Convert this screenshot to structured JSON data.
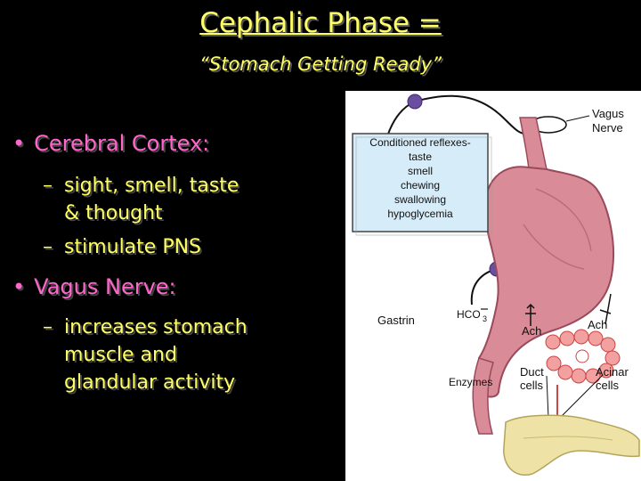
{
  "slide": {
    "title": "Cephalic Phase =",
    "subtitle": "“Stomach Getting Ready”"
  },
  "bullets": [
    {
      "label": "Cerebral Cortex:",
      "subs": [
        "sight, smell, taste",
        "& thought",
        "stimulate PNS"
      ]
    },
    {
      "label": "Vagus Nerve:",
      "subs": [
        "increases stomach",
        "muscle and",
        "glandular activity"
      ]
    }
  ],
  "figure": {
    "vagus_label_1": "Vagus",
    "vagus_label_2": "Nerve",
    "reflex_box": [
      "Conditioned reflexes-",
      "taste",
      "smell",
      "chewing",
      "swallowing",
      "hypoglycemia"
    ],
    "gastrin": "Gastrin",
    "hco3": "HCO",
    "hco3_sub": "3",
    "ach_left": "Ach",
    "ach_right": "Ach",
    "enzymes": "Enzymes",
    "duct_1": "Duct",
    "duct_2": "cells",
    "acinar_1": "Acinar",
    "acinar_2": "cells"
  },
  "colors": {
    "title": "#FFFF66",
    "bullet": "#FF66CC",
    "stomach": "#D98C98",
    "reflex_box": "#D6ECF8",
    "neuron": "#6A4FA0",
    "pancreas": "#EEE2A6"
  }
}
